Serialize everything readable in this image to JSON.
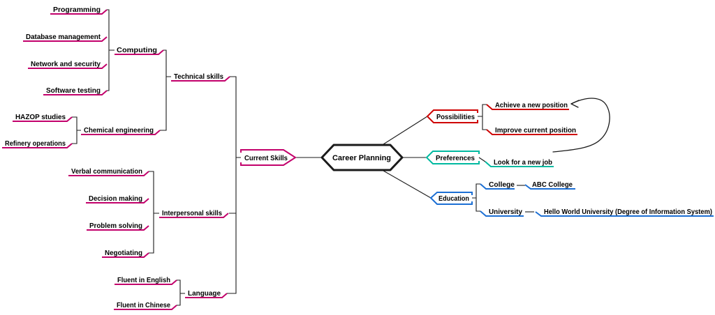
{
  "colors": {
    "magenta": "#C2006B",
    "red": "#CE0000",
    "teal": "#00B9A0",
    "blue": "#1C6FD4",
    "line": "#1A1A1A",
    "text": "#000000",
    "background": "#FFFFFF"
  },
  "mindmap": {
    "root": {
      "label": "Career Planning"
    },
    "left": {
      "label": "Current Skills",
      "children": [
        {
          "label": "Technical skills",
          "children": [
            {
              "label": "Computing",
              "children": [
                {
                  "label": "Programming"
                },
                {
                  "label": "Database management"
                },
                {
                  "label": "Network and security"
                },
                {
                  "label": "Software testing"
                }
              ]
            },
            {
              "label": "Chemical engineering",
              "children": [
                {
                  "label": "HAZOP studies"
                },
                {
                  "label": "Refinery operations"
                }
              ]
            }
          ]
        },
        {
          "label": "Interpersonal skills",
          "children": [
            {
              "label": "Verbal communication"
            },
            {
              "label": "Decision making"
            },
            {
              "label": "Problem solving"
            },
            {
              "label": "Negotiating"
            }
          ]
        },
        {
          "label": "Language",
          "children": [
            {
              "label": "Fluent in English"
            },
            {
              "label": "Fluent in Chinese"
            }
          ]
        }
      ]
    },
    "right": [
      {
        "label": "Possibilities",
        "children": [
          {
            "label": "Achieve a new position"
          },
          {
            "label": "Improve current position"
          }
        ]
      },
      {
        "label": "Preferences",
        "children": [
          {
            "label": "Look for a new job"
          }
        ]
      },
      {
        "label": "Education",
        "children": [
          {
            "label": "College",
            "children": [
              {
                "label": "ABC College"
              }
            ]
          },
          {
            "label": "University",
            "children": [
              {
                "label": "Hello World University (Degree of Information System)"
              }
            ]
          }
        ]
      }
    ],
    "relationship": {
      "from": "Look for a new job",
      "to": "Achieve a new position"
    }
  }
}
